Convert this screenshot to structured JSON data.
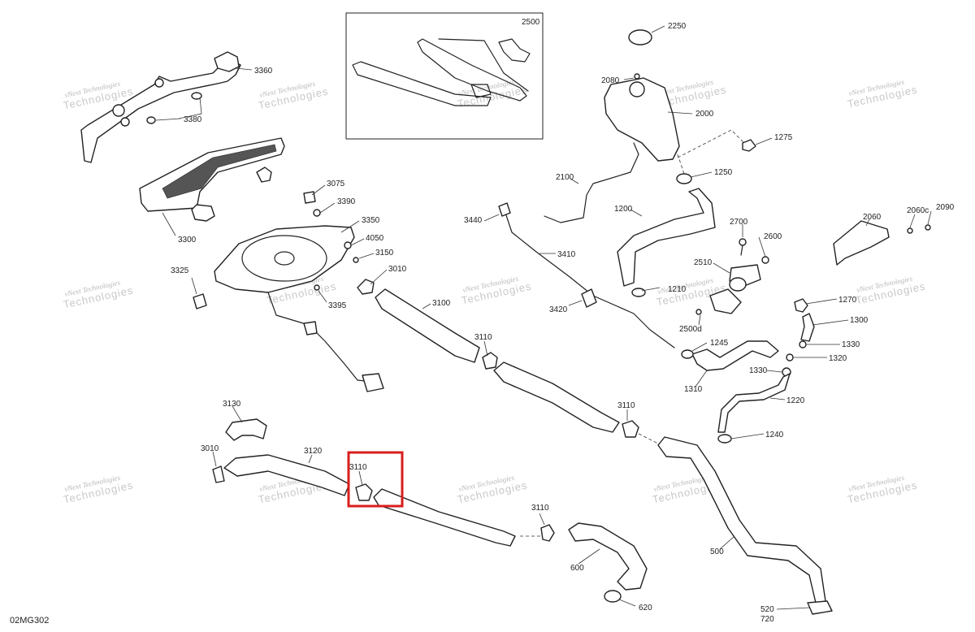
{
  "drawing_id": "02MG302",
  "inset_label": "2500",
  "highlight_color": "#d81e1e",
  "watermark": {
    "line1": "vNext Technologies",
    "line2": "Technologies"
  },
  "callouts": {
    "c2250": "2250",
    "c2080": "2080",
    "c2000": "2000",
    "c1275": "1275",
    "c1250": "1250",
    "c3360": "3360",
    "c3380": "3380",
    "c3300": "3300",
    "c3075": "3075",
    "c3390": "3390",
    "c3350": "3350",
    "c4050": "4050",
    "c3150": "3150",
    "c3010a": "3010",
    "c3325": "3325",
    "c3395": "3395",
    "c3100": "3100",
    "c3110a": "3110",
    "c3110b": "3110",
    "c3440": "3440",
    "c3410": "3410",
    "c3420": "3420",
    "c2100": "2100",
    "c1200": "1200",
    "c2700": "2700",
    "c2600": "2600",
    "c2510": "2510",
    "c1210": "1210",
    "c2500d": "2500d",
    "c2060": "2060",
    "c2060c": "2060c",
    "c2090": "2090",
    "c1270": "1270",
    "c1300": "1300",
    "c1330a": "1330",
    "c1320": "1320",
    "c1330b": "1330",
    "c1245": "1245",
    "c1310": "1310",
    "c1220": "1220",
    "c1240": "1240",
    "c3130": "3130",
    "c3010b": "3010",
    "c3120": "3120",
    "c3110c": "3110",
    "c3110d": "3110",
    "c600": "600",
    "c620": "620",
    "c500": "500",
    "c520": "520",
    "c720": "720"
  }
}
